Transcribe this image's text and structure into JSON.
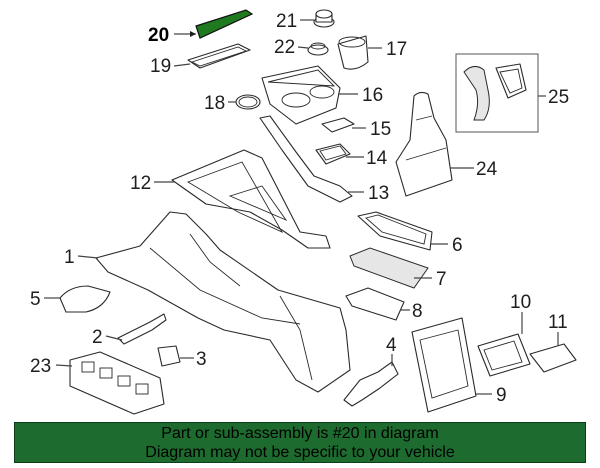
{
  "diagram": {
    "highlight_color": "#1f7a1f",
    "callouts": [
      {
        "id": "c20",
        "label": "20"
      },
      {
        "id": "c19",
        "label": "19"
      },
      {
        "id": "c21",
        "label": "21"
      },
      {
        "id": "c22",
        "label": "22"
      },
      {
        "id": "c17",
        "label": "17"
      },
      {
        "id": "c18",
        "label": "18"
      },
      {
        "id": "c16",
        "label": "16"
      },
      {
        "id": "c15",
        "label": "15"
      },
      {
        "id": "c25",
        "label": "25"
      },
      {
        "id": "c14",
        "label": "14"
      },
      {
        "id": "c24",
        "label": "24"
      },
      {
        "id": "c12",
        "label": "12"
      },
      {
        "id": "c13",
        "label": "13"
      },
      {
        "id": "c6",
        "label": "6"
      },
      {
        "id": "c1",
        "label": "1"
      },
      {
        "id": "c7",
        "label": "7"
      },
      {
        "id": "c5",
        "label": "5"
      },
      {
        "id": "c8",
        "label": "8"
      },
      {
        "id": "c10",
        "label": "10"
      },
      {
        "id": "c11",
        "label": "11"
      },
      {
        "id": "c2",
        "label": "2"
      },
      {
        "id": "c4",
        "label": "4"
      },
      {
        "id": "c3",
        "label": "3"
      },
      {
        "id": "c23",
        "label": "23"
      },
      {
        "id": "c9",
        "label": "9"
      }
    ]
  },
  "banner": {
    "line1": "Part or sub-assembly is #20 in diagram",
    "line2": "Diagram may not be specific to your vehicle",
    "background": "#1d6b2e"
  }
}
